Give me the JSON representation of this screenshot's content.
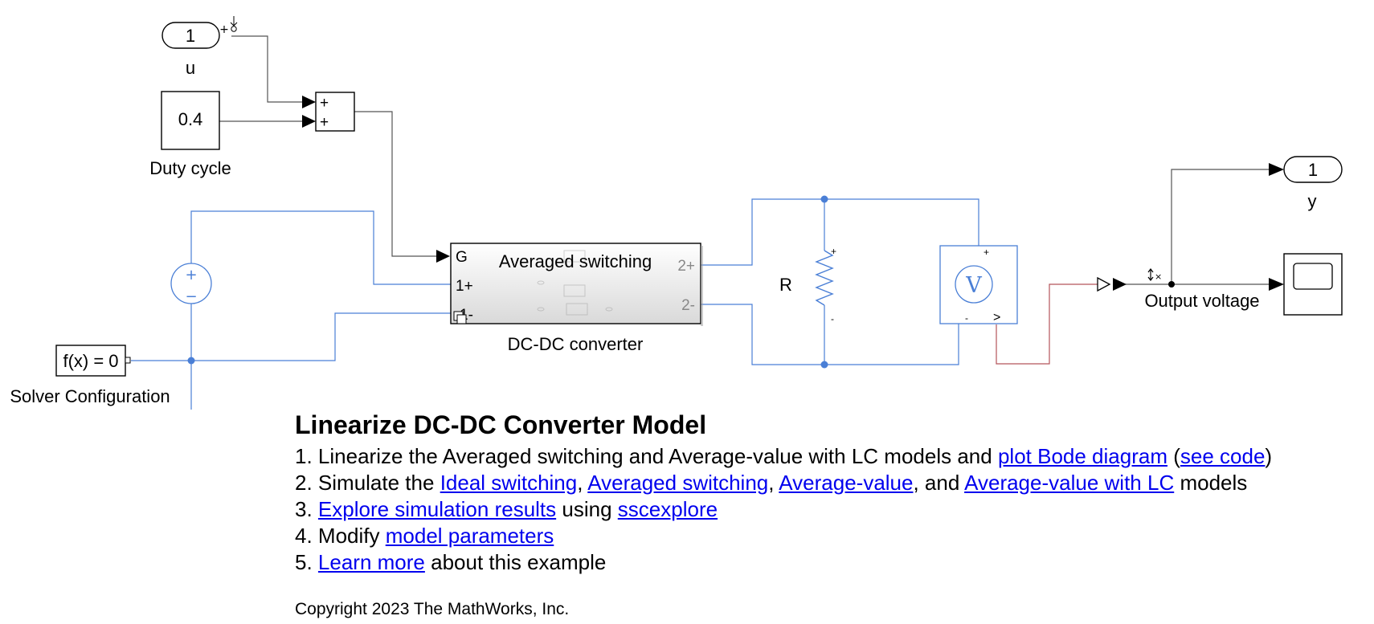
{
  "blocks": {
    "inport_u": {
      "value": "1",
      "label": "u"
    },
    "duty_cycle": {
      "value": "0.4",
      "label": "Duty cycle"
    },
    "sum": {
      "sign1": "+",
      "sign2": "+"
    },
    "converter": {
      "title": "Averaged switching",
      "label": "DC-DC converter",
      "port_g": "G",
      "port_1p": "1+",
      "port_1m": "1-",
      "port_2p": "2+",
      "port_2m": "2-"
    },
    "resistor": {
      "label": "R",
      "plus": "+",
      "minus": "-"
    },
    "voltmeter": {
      "symbol": "V",
      "plus": "+",
      "minus": "-",
      "out": ">"
    },
    "solver": {
      "value": "f(x) = 0",
      "label": "Solver Configuration"
    },
    "source": {
      "plus": "+",
      "minus": "−"
    },
    "outport_y": {
      "value": "1",
      "label": "y"
    },
    "scope": {
      "label": "Output voltage"
    }
  },
  "notes": {
    "title": "Linearize DC-DC Converter Model",
    "item1": {
      "num": "1.",
      "pre": "Linearize the Averaged switching and Average-value with LC models and",
      "link1": "plot Bode diagram",
      "mid": "(",
      "link2": "see code",
      "post": ")"
    },
    "item2": {
      "num": "2.",
      "pre": "Simulate the",
      "link1": "Ideal switching",
      "sep1": ",",
      "link2": "Averaged switching",
      "sep2": ",",
      "link3": "Average-value",
      "sep3": ", and",
      "link4": "Average-value with LC",
      "post": "models"
    },
    "item3": {
      "num": "3.",
      "link1": "Explore simulation results",
      "mid": "using",
      "link2": "sscexplore"
    },
    "item4": {
      "num": "4.",
      "pre": "Modify",
      "link1": "model parameters"
    },
    "item5": {
      "num": "5.",
      "link1": "Learn more",
      "post": "about this example"
    },
    "copyright": "Copyright 2023 The MathWorks, Inc."
  },
  "colors": {
    "physical_line": "#4a7fd6",
    "signal_line": "#555555",
    "ps_signal_line": "#b4545a",
    "link": "#0000ee"
  }
}
